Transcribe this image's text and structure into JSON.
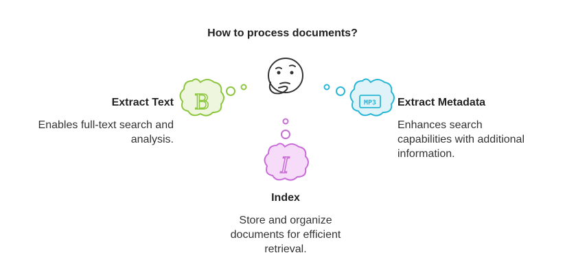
{
  "title": "How to process documents?",
  "options": {
    "extract_text": {
      "label": "Extract Text",
      "desc_line1": "Enables full-text search and",
      "desc_line2": "analysis.",
      "icon_glyph": "B",
      "icon": "letter-b-icon",
      "color": "#8cc63f",
      "fill": "#eef7dd"
    },
    "extract_metadata": {
      "label": "Extract Metadata",
      "desc_line1": "Enhances search",
      "desc_line2": "capabilities with additional",
      "desc_line3": "information.",
      "icon_glyph": "MP3",
      "icon": "mp3-file-icon",
      "color": "#29b6d6",
      "fill": "#dff3f9"
    },
    "index": {
      "label": "Index",
      "desc_line1": "Store and organize",
      "desc_line2": "documents for efficient",
      "desc_line3": "retrieval.",
      "icon_glyph": "I",
      "icon": "italic-i-icon",
      "color": "#c86dd7",
      "fill": "#f6dcf8"
    }
  },
  "center_icon": "thinking-face-icon"
}
